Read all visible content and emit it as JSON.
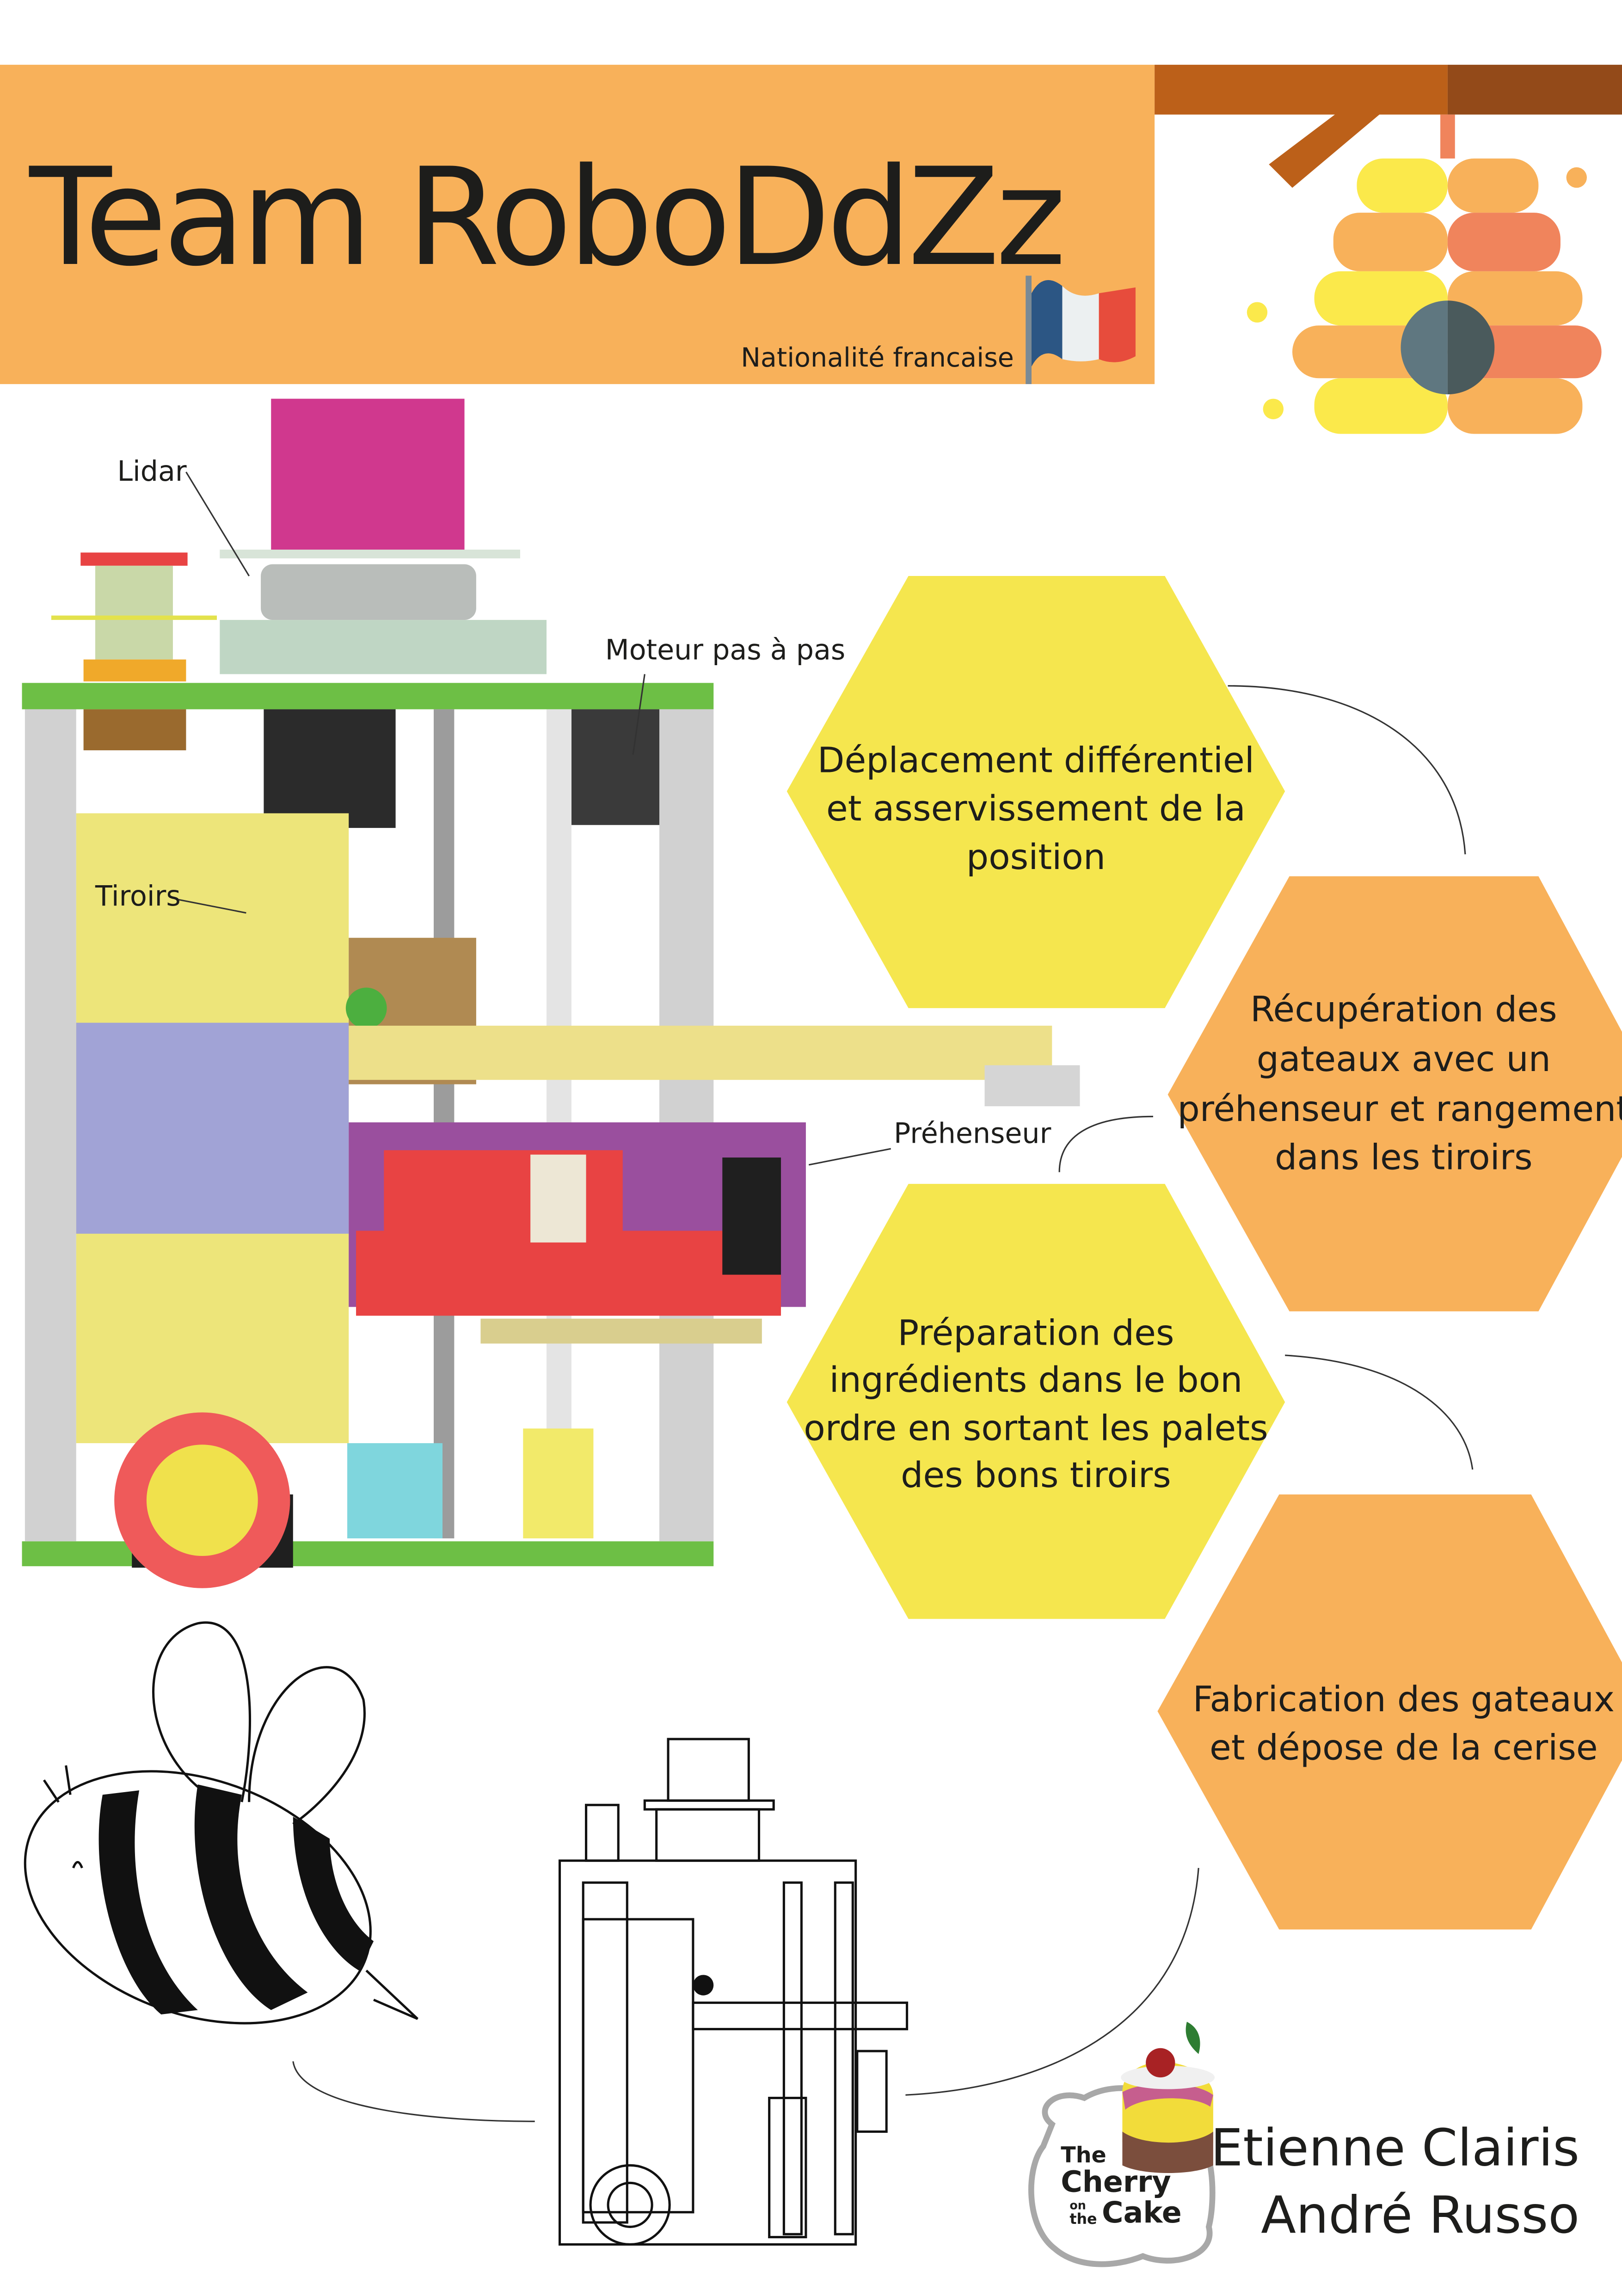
{
  "header": {
    "title": "Team RoboDdZz",
    "nationality": "Nationalité francaise"
  },
  "colors": {
    "header_bg": "#F8B15A",
    "hex_yellow": "#F5E64E",
    "hex_orange": "#F8B15A",
    "branch_light": "#BC6019",
    "branch_dark": "#934A19"
  },
  "robot_labels": {
    "lidar": "Lidar",
    "stepper": "Moteur pas à pas",
    "drawers": "Tiroirs",
    "gripper": "Préhenseur"
  },
  "features": [
    {
      "lines": [
        "Déplacement différentiel",
        "et asservissement de la",
        "position"
      ]
    },
    {
      "lines": [
        "Récupération des",
        "gateaux avec un",
        "préhenseur et rangement",
        "dans les tiroirs"
      ]
    },
    {
      "lines": [
        "Préparation des",
        "ingrédients dans le bon",
        "ordre en sortant les palets",
        "des bons tiroirs"
      ]
    },
    {
      "lines": [
        "Fabrication des gateaux",
        "et dépose de la cerise"
      ]
    }
  ],
  "logo": {
    "text": "The Cherry on the Cake"
  },
  "team_members": [
    "Etienne Clairis",
    "André Russo"
  ]
}
